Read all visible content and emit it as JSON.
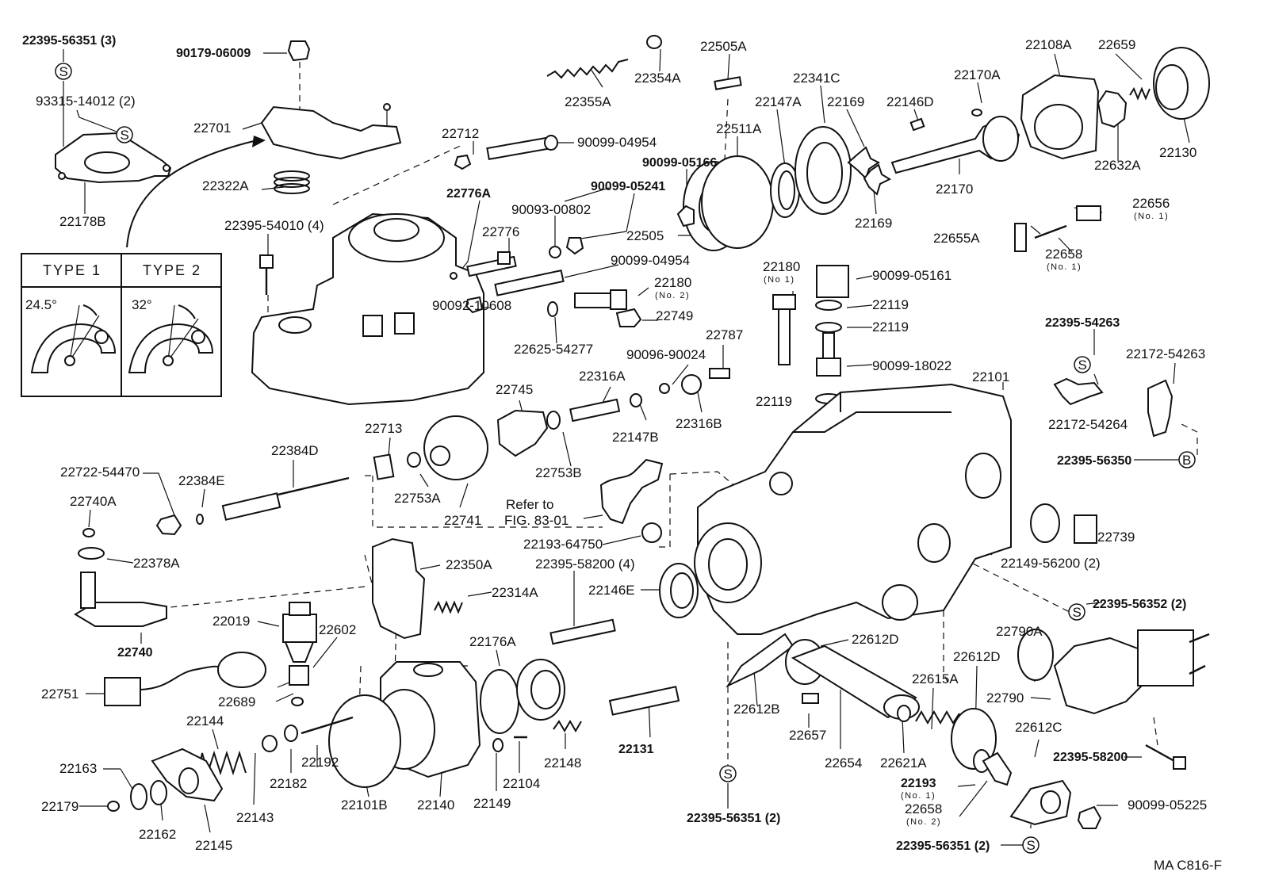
{
  "diagram": {
    "callout_refs": {
      "22395-56351 (3)": "22395-56351 (3)"
    },
    "inset": {
      "type1_label": "TYPE  1",
      "type2_label": "TYPE  2",
      "type1_angle": "24.5°",
      "type2_angle": "32°"
    },
    "symbols": {
      "s": "S",
      "b": "B"
    },
    "labels": [
      "22395-56351 (3)",
      "90179-06009",
      "93315-14012 (2)",
      "22701",
      "22322A",
      "22178B",
      "22395-54010 (4)",
      "22355A",
      "22354A",
      "22505A",
      "22341C",
      "22147A",
      "22169",
      "22146D",
      "22170A",
      "22108A",
      "22659",
      "22130",
      "22511A",
      "90099-05166",
      "90099-05241",
      "22505",
      "22169",
      "22170",
      "22632A",
      "22712",
      "90099-04954",
      "22776A",
      "90093-00802",
      "22776",
      "90099-04954",
      "90092-10608",
      "22625-54277",
      "22180",
      "(No. 2)",
      "22749",
      "22656",
      "(No. 1)",
      "22655A",
      "22658",
      "(No. 1)",
      "22180",
      "(No 1)",
      "90099-05161",
      "22119",
      "22119",
      "90099-18022",
      "22119",
      "22395-54263",
      "22172-54263",
      "22172-54264",
      "22395-56350",
      "22787",
      "90096-90024",
      "22316A",
      "22147B",
      "22316B",
      "22745",
      "22753B",
      "22713",
      "22384D",
      "22384E",
      "22722-54470",
      "22753A",
      "22741",
      "22740A",
      "22378A",
      "Refer to",
      "FIG. 83-01",
      "22193-64750",
      "22101",
      "22739",
      "22149-56200 (2)",
      "22395-56352 (2)",
      "22350A",
      "22314A",
      "22395-58200 (4)",
      "22146E",
      "22740",
      "22019",
      "22602",
      "22176A",
      "22612D",
      "22790A",
      "22612D",
      "22615A",
      "22790",
      "22751",
      "22689",
      "22144",
      "22131",
      "22612B",
      "22657",
      "22612C",
      "22395-58200",
      "22163",
      "22192",
      "22182",
      "22143",
      "22149",
      "22104",
      "22148",
      "22654",
      "22621A",
      "22193",
      "(No. 1)",
      "22658",
      "(No. 2)",
      "90099-05225",
      "22179",
      "22162",
      "22145",
      "22101B",
      "22140",
      "22395-56351 (2)",
      "22395-56351 (2)",
      "MA  C816-F"
    ]
  }
}
